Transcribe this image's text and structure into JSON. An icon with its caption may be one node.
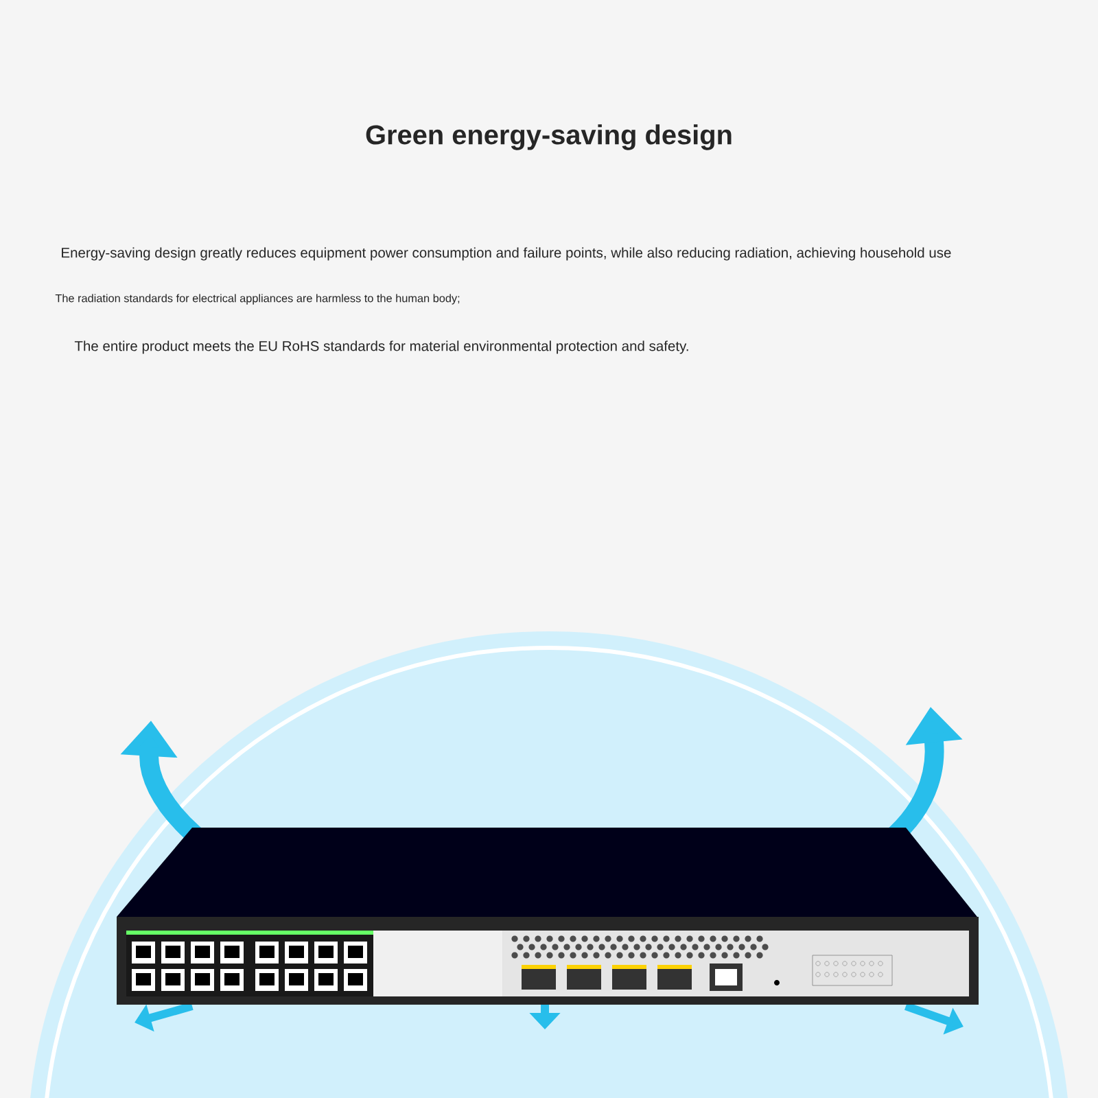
{
  "diagram": {
    "title": "Green energy-saving design",
    "labels": [
      "Energy-saving design greatly reduces equipment power consumption and failure points, while also reducing radiation, achieving household use",
      "The radiation standards for electrical appliances are harmless to the human body;",
      "The entire product meets the EU RoHS standards for material environmental protection and safety."
    ]
  }
}
